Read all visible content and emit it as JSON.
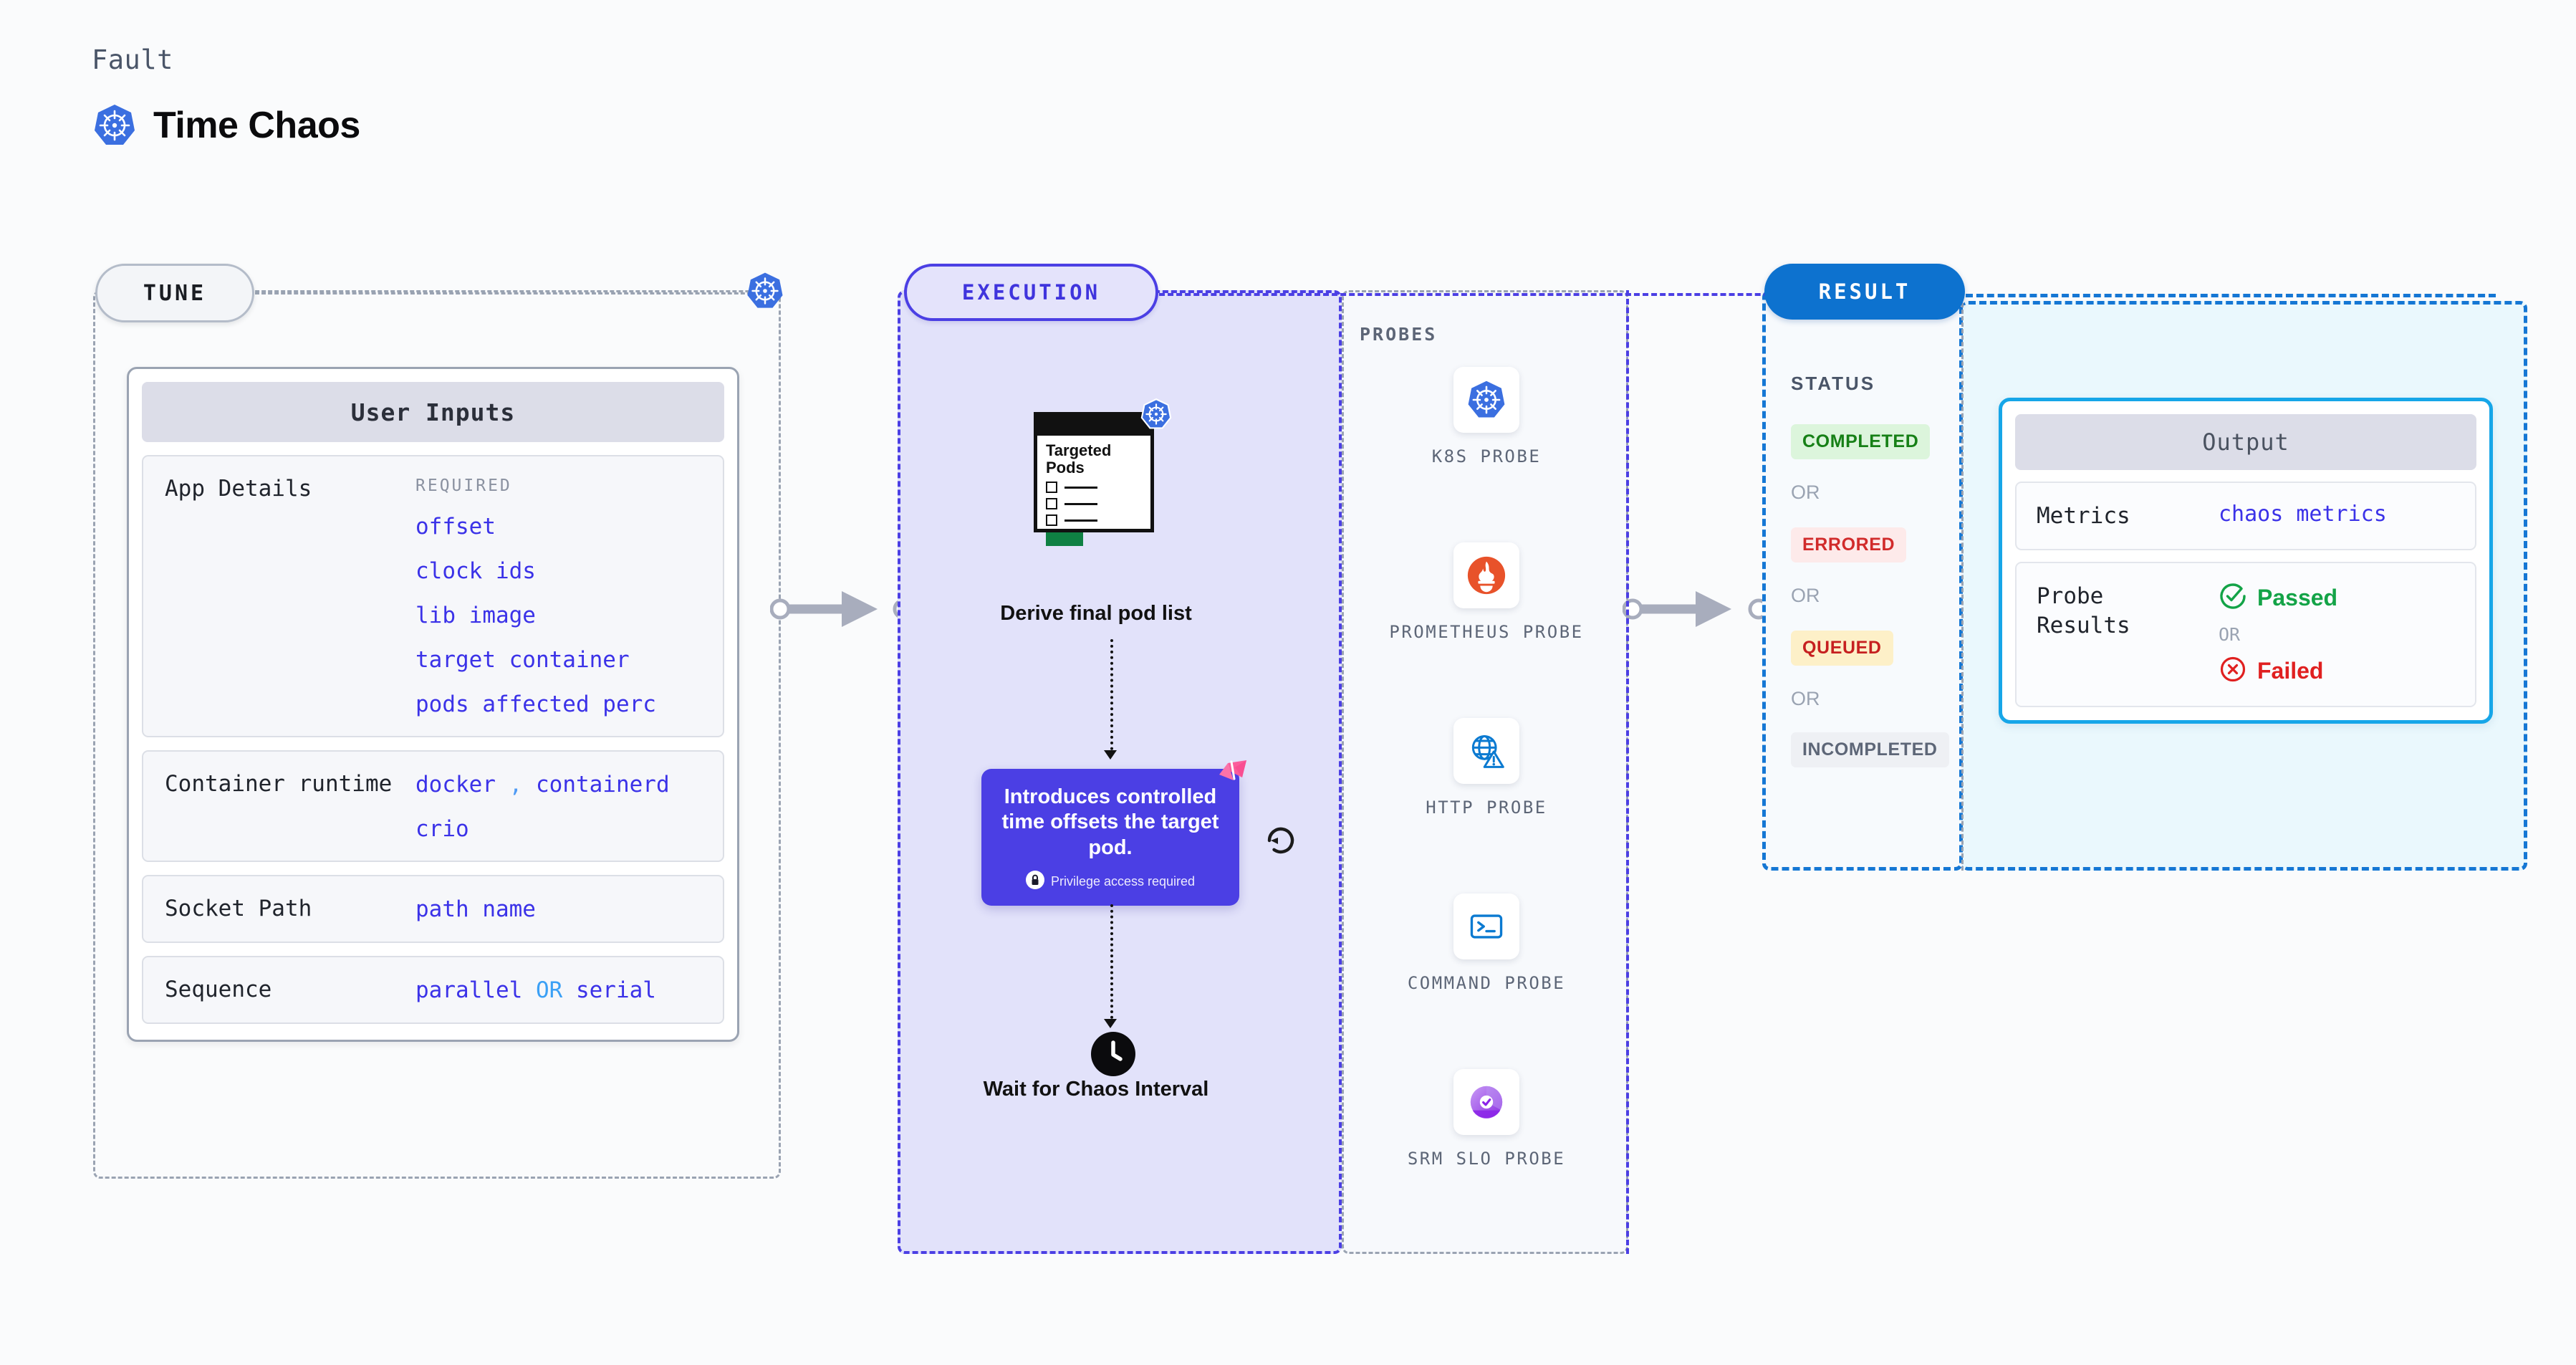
{
  "header": {
    "eyebrow": "Fault",
    "title": "Time Chaos",
    "logo_icon": "kubernetes-icon"
  },
  "colors": {
    "tune_border": "#9aa3b2",
    "execution_accent": "#4b3fe4",
    "result_accent": "#1577d4",
    "output_accent": "#16a6e8",
    "value_purple": "#3b32e8",
    "passed_green": "#13a347",
    "failed_red": "#e02020"
  },
  "tune": {
    "pill_label": "TUNE",
    "badge_icon": "kubernetes-icon",
    "card_title": "User Inputs",
    "rows": [
      {
        "label": "App Details",
        "required_label": "REQUIRED",
        "values": [
          "offset",
          "clock ids",
          "lib image",
          "target container",
          "pods affected perc"
        ]
      },
      {
        "label": "Container runtime",
        "values": [
          "docker , containerd",
          "crio"
        ],
        "separator": ","
      },
      {
        "label": "Socket Path",
        "values": [
          "path name"
        ]
      },
      {
        "label": "Sequence",
        "values": [
          "parallel OR serial"
        ],
        "or_word": "OR"
      }
    ]
  },
  "execution": {
    "pill_label": "EXECUTION",
    "pods_card": {
      "title": "Targeted Pods",
      "badge_icon": "kubernetes-icon",
      "checkbox_count": 3,
      "progress_icon": "green-bar"
    },
    "pods_caption": "Derive final pod list",
    "callout": {
      "text": "Introduces controlled time offsets the target pod.",
      "privilege_note": "Privilege access required",
      "privilege_icon": "lock-icon",
      "corner_icon": "chaos-ribbon-icon",
      "side_icon": "refresh-icon"
    },
    "wait_step": {
      "icon": "clock-icon",
      "caption": "Wait for Chaos Interval"
    }
  },
  "probes": {
    "section_label": "PROBES",
    "items": [
      {
        "label": "K8S PROBE",
        "icon": "kubernetes-icon"
      },
      {
        "label": "PROMETHEUS PROBE",
        "icon": "prometheus-icon"
      },
      {
        "label": "HTTP PROBE",
        "icon": "globe-warning-icon"
      },
      {
        "label": "COMMAND PROBE",
        "icon": "terminal-icon"
      },
      {
        "label": "SRM SLO PROBE",
        "icon": "slo-donut-check-icon"
      }
    ]
  },
  "result": {
    "pill_label": "RESULT",
    "status_label": "STATUS",
    "or_label": "OR",
    "statuses": [
      {
        "label": "COMPLETED",
        "bg": "#dcf5dc",
        "fg": "#168016"
      },
      {
        "label": "ERRORED",
        "bg": "#fdeaea",
        "fg": "#d12b2b"
      },
      {
        "label": "QUEUED",
        "bg": "#fdf0c8",
        "fg": "#c62020"
      },
      {
        "label": "INCOMPLETED",
        "bg": "#eef0f4",
        "fg": "#5d6677"
      }
    ],
    "output": {
      "card_title": "Output",
      "rows": [
        {
          "label": "Metrics",
          "value": "chaos metrics"
        },
        {
          "label": "Probe Results",
          "passed": "Passed",
          "failed": "Failed",
          "or_label": "OR",
          "passed_icon": "check-circle-icon",
          "failed_icon": "x-circle-icon"
        }
      ]
    }
  }
}
